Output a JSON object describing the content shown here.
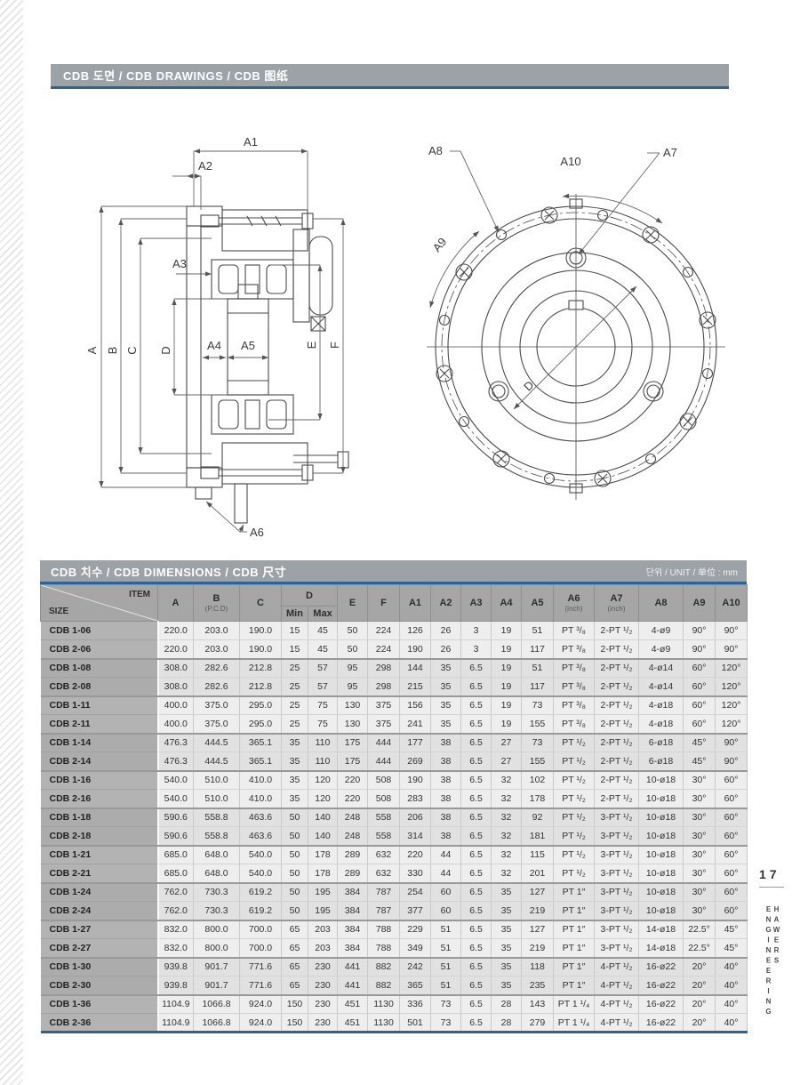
{
  "page": {
    "number": "17",
    "side_text": "HAWERS ENGINEERING"
  },
  "header": {
    "title": "CDB 도면 / CDB DRAWINGS / CDB 图纸"
  },
  "drawing_left": {
    "labels": {
      "A": "A",
      "B": "B",
      "C": "C",
      "D": "D",
      "E": "E",
      "F": "F",
      "A1": "A1",
      "A2": "A2",
      "A3": "A3",
      "A4": "A4",
      "A5": "A5",
      "A6": "A6"
    }
  },
  "drawing_right": {
    "labels": {
      "A7": "A7",
      "A8": "A8",
      "A9": "A9",
      "A10": "A10",
      "D": "D"
    }
  },
  "table": {
    "title": "CDB 치수 / CDB DIMENSIONS / CDB 尺寸",
    "unit": "단위 / UNIT / 单位 : mm",
    "corner": {
      "item": "ITEM",
      "size": "SIZE"
    },
    "headers": {
      "A": "A",
      "B": "B",
      "B_sub": "(P.C.D)",
      "C": "C",
      "D": "D",
      "Min": "Min",
      "Max": "Max",
      "E": "E",
      "F": "F",
      "A1": "A1",
      "A2": "A2",
      "A3": "A3",
      "A4": "A4",
      "A5": "A5",
      "A6": "A6",
      "A6_sub": "(inch)",
      "A7": "A7",
      "A7_sub": "(inch)",
      "A8": "A8",
      "A9": "A9",
      "A10": "A10"
    },
    "rows": [
      {
        "size": "CDB 1-06",
        "values": [
          "220.0",
          "203.0",
          "190.0",
          "15",
          "45",
          "50",
          "224",
          "126",
          "26",
          "3",
          "19",
          "51",
          "PT ³/₈",
          "2-PT ¹/₂",
          "4-ø9",
          "90°",
          "90°"
        ]
      },
      {
        "size": "CDB 2-06",
        "values": [
          "220.0",
          "203.0",
          "190.0",
          "15",
          "45",
          "50",
          "224",
          "190",
          "26",
          "3",
          "19",
          "117",
          "PT ³/₈",
          "2-PT ¹/₂",
          "4-ø9",
          "90°",
          "90°"
        ]
      },
      {
        "size": "CDB 1-08",
        "values": [
          "308.0",
          "282.6",
          "212.8",
          "25",
          "57",
          "95",
          "298",
          "144",
          "35",
          "6.5",
          "19",
          "51",
          "PT ³/₈",
          "2-PT ¹/₂",
          "4-ø14",
          "60°",
          "120°"
        ]
      },
      {
        "size": "CDB 2-08",
        "values": [
          "308.0",
          "282.6",
          "212.8",
          "25",
          "57",
          "95",
          "298",
          "215",
          "35",
          "6.5",
          "19",
          "117",
          "PT ³/₈",
          "2-PT ¹/₂",
          "4-ø14",
          "60°",
          "120°"
        ]
      },
      {
        "size": "CDB 1-11",
        "values": [
          "400.0",
          "375.0",
          "295.0",
          "25",
          "75",
          "130",
          "375",
          "156",
          "35",
          "6.5",
          "19",
          "73",
          "PT ³/₈",
          "2-PT ¹/₂",
          "4-ø18",
          "60°",
          "120°"
        ]
      },
      {
        "size": "CDB 2-11",
        "values": [
          "400.0",
          "375.0",
          "295.0",
          "25",
          "75",
          "130",
          "375",
          "241",
          "35",
          "6.5",
          "19",
          "155",
          "PT ³/₈",
          "2-PT ¹/₂",
          "4-ø18",
          "60°",
          "120°"
        ]
      },
      {
        "size": "CDB 1-14",
        "values": [
          "476.3",
          "444.5",
          "365.1",
          "35",
          "110",
          "175",
          "444",
          "177",
          "38",
          "6.5",
          "27",
          "73",
          "PT ¹/₂",
          "2-PT ¹/₂",
          "6-ø18",
          "45°",
          "90°"
        ]
      },
      {
        "size": "CDB 2-14",
        "values": [
          "476.3",
          "444.5",
          "365.1",
          "35",
          "110",
          "175",
          "444",
          "269",
          "38",
          "6.5",
          "27",
          "155",
          "PT ¹/₂",
          "2-PT ¹/₂",
          "6-ø18",
          "45°",
          "90°"
        ]
      },
      {
        "size": "CDB 1-16",
        "values": [
          "540.0",
          "510.0",
          "410.0",
          "35",
          "120",
          "220",
          "508",
          "190",
          "38",
          "6.5",
          "32",
          "102",
          "PT ¹/₂",
          "2-PT ¹/₂",
          "10-ø18",
          "30°",
          "60°"
        ]
      },
      {
        "size": "CDB 2-16",
        "values": [
          "540.0",
          "510.0",
          "410.0",
          "35",
          "120",
          "220",
          "508",
          "283",
          "38",
          "6.5",
          "32",
          "178",
          "PT ¹/₂",
          "2-PT ¹/₂",
          "10-ø18",
          "30°",
          "60°"
        ]
      },
      {
        "size": "CDB 1-18",
        "values": [
          "590.6",
          "558.8",
          "463.6",
          "50",
          "140",
          "248",
          "558",
          "206",
          "38",
          "6.5",
          "32",
          "92",
          "PT ¹/₂",
          "3-PT ¹/₂",
          "10-ø18",
          "30°",
          "60°"
        ]
      },
      {
        "size": "CDB 2-18",
        "values": [
          "590.6",
          "558.8",
          "463.6",
          "50",
          "140",
          "248",
          "558",
          "314",
          "38",
          "6.5",
          "32",
          "181",
          "PT ¹/₂",
          "3-PT ¹/₂",
          "10-ø18",
          "30°",
          "60°"
        ]
      },
      {
        "size": "CDB 1-21",
        "values": [
          "685.0",
          "648.0",
          "540.0",
          "50",
          "178",
          "289",
          "632",
          "220",
          "44",
          "6.5",
          "32",
          "115",
          "PT ¹/₂",
          "3-PT ¹/₂",
          "10-ø18",
          "30°",
          "60°"
        ]
      },
      {
        "size": "CDB 2-21",
        "values": [
          "685.0",
          "648.0",
          "540.0",
          "50",
          "178",
          "289",
          "632",
          "330",
          "44",
          "6.5",
          "32",
          "201",
          "PT ¹/₂",
          "3-PT ¹/₂",
          "10-ø18",
          "30°",
          "60°"
        ]
      },
      {
        "size": "CDB 1-24",
        "values": [
          "762.0",
          "730.3",
          "619.2",
          "50",
          "195",
          "384",
          "787",
          "254",
          "60",
          "6.5",
          "35",
          "127",
          "PT 1″",
          "3-PT ¹/₂",
          "10-ø18",
          "30°",
          "60°"
        ]
      },
      {
        "size": "CDB 2-24",
        "values": [
          "762.0",
          "730.3",
          "619.2",
          "50",
          "195",
          "384",
          "787",
          "377",
          "60",
          "6.5",
          "35",
          "219",
          "PT 1″",
          "3-PT ¹/₂",
          "10-ø18",
          "30°",
          "60°"
        ]
      },
      {
        "size": "CDB 1-27",
        "values": [
          "832.0",
          "800.0",
          "700.0",
          "65",
          "203",
          "384",
          "788",
          "229",
          "51",
          "6.5",
          "35",
          "127",
          "PT 1″",
          "3-PT ¹/₂",
          "14-ø18",
          "22.5°",
          "45°"
        ]
      },
      {
        "size": "CDB 2-27",
        "values": [
          "832.0",
          "800.0",
          "700.0",
          "65",
          "203",
          "384",
          "788",
          "349",
          "51",
          "6.5",
          "35",
          "219",
          "PT 1″",
          "3-PT ¹/₂",
          "14-ø18",
          "22.5°",
          "45°"
        ]
      },
      {
        "size": "CDB 1-30",
        "values": [
          "939.8",
          "901.7",
          "771.6",
          "65",
          "230",
          "441",
          "882",
          "242",
          "51",
          "6.5",
          "35",
          "118",
          "PT 1″",
          "4-PT ¹/₂",
          "16-ø22",
          "20°",
          "40°"
        ]
      },
      {
        "size": "CDB 2-30",
        "values": [
          "939.8",
          "901.7",
          "771.6",
          "65",
          "230",
          "441",
          "882",
          "365",
          "51",
          "6.5",
          "35",
          "235",
          "PT 1″",
          "4-PT ¹/₂",
          "16-ø22",
          "20°",
          "40°"
        ]
      },
      {
        "size": "CDB 1-36",
        "values": [
          "1104.9",
          "1066.8",
          "924.0",
          "150",
          "230",
          "451",
          "1130",
          "336",
          "73",
          "6.5",
          "28",
          "143",
          "PT 1 ¹/₄",
          "4-PT ¹/₂",
          "16-ø22",
          "20°",
          "40°"
        ]
      },
      {
        "size": "CDB 2-36",
        "values": [
          "1104.9",
          "1066.8",
          "924.0",
          "150",
          "230",
          "451",
          "1130",
          "501",
          "73",
          "6.5",
          "28",
          "279",
          "PT 1 ¹/₄",
          "4-PT ¹/₂",
          "16-ø22",
          "20°",
          "40°"
        ]
      }
    ]
  }
}
